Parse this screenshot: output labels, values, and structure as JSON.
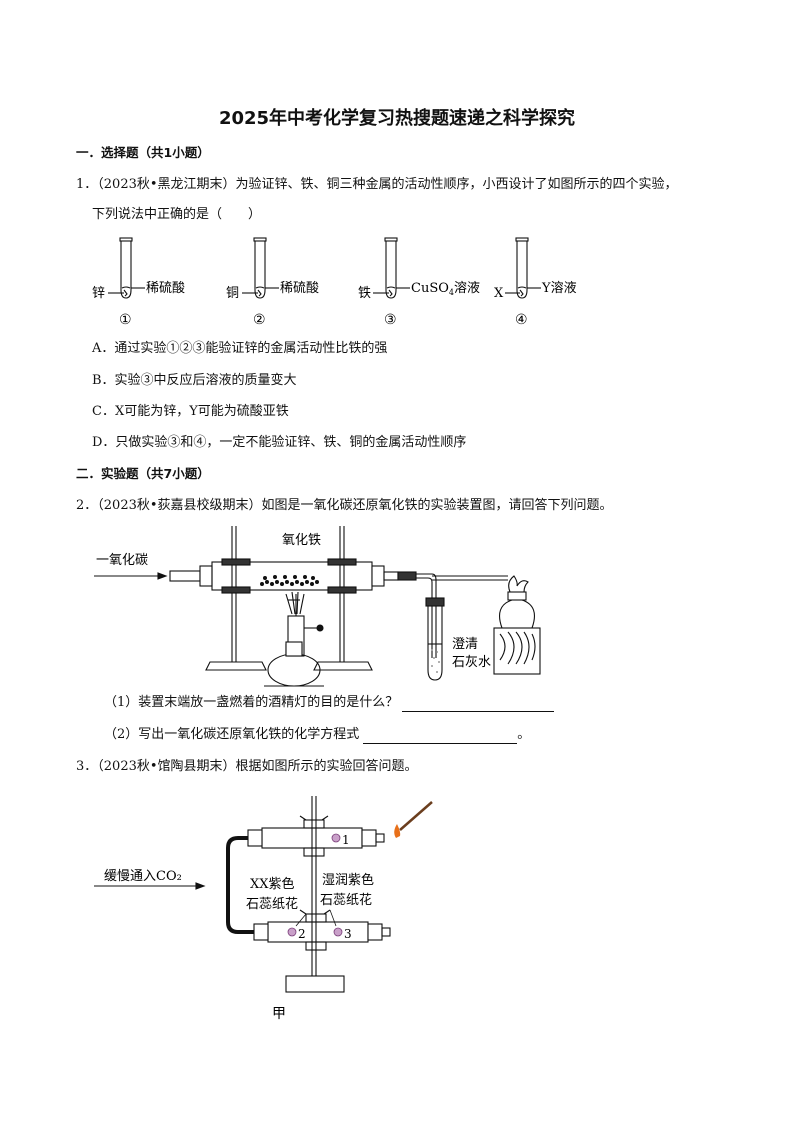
{
  "title": "2025年中考化学复习热搜题速递之科学探究",
  "section1": {
    "heading": "一．选择题（共1小题）"
  },
  "q1": {
    "number": "1．",
    "stem_line1": "（2023秋•黑龙江期末）为验证锌、铁、铜三种金属的活动性顺序，小西设计了如图所示的四个实验，",
    "stem_line2": "下列说法中正确的是（　　）",
    "figure": {
      "tubes": [
        {
          "metal": "锌",
          "solution": "稀硫酸",
          "mark": "①"
        },
        {
          "metal": "铜",
          "solution": "稀硫酸",
          "mark": "②"
        },
        {
          "metal": "铁",
          "solution_prefix": "CuSO",
          "solution_sub": "4",
          "solution_suffix": "溶液",
          "mark": "③"
        },
        {
          "metal": "X",
          "solution": "Y溶液",
          "mark": "④"
        }
      ]
    },
    "options": [
      "A．通过实验①②③能验证锌的金属活动性比铁的强",
      "B．实验③中反应后溶液的质量变大",
      "C．X可能为锌，Y可能为硫酸亚铁",
      "D．只做实验③和④，一定不能验证锌、铁、铜的金属活动性顺序"
    ]
  },
  "section2": {
    "heading": "二．实验题（共7小题）"
  },
  "q2": {
    "number": "2．",
    "stem": "（2023秋•荻嘉县校级期末）如图是一氧化碳还原氧化铁的实验装置图，请回答下列问题。",
    "figure": {
      "inlet_label": "一氧化碳",
      "oxide_label": "氧化铁",
      "limewater_line1": "澄清",
      "limewater_line2": "石灰水"
    },
    "sub1": "（1）装置末端放一盏燃着的酒精灯的目的是什么？",
    "sub2": "（2）写出一氧化碳还原氧化铁的化学方程式",
    "sub2_end": "。"
  },
  "q3": {
    "number": "3．",
    "stem": "（2023秋•馆陶县期末）根据如图所示的实验回答问题。",
    "figure": {
      "inlet_label": "缓慢通入CO₂",
      "left_label_line1": "XX紫色",
      "left_label_line2": "石蕊纸花",
      "right_label_line1": "湿润紫色",
      "right_label_line2": "石蕊纸花",
      "n1": "1",
      "n2": "2",
      "n3": "3",
      "caption": "甲"
    }
  }
}
